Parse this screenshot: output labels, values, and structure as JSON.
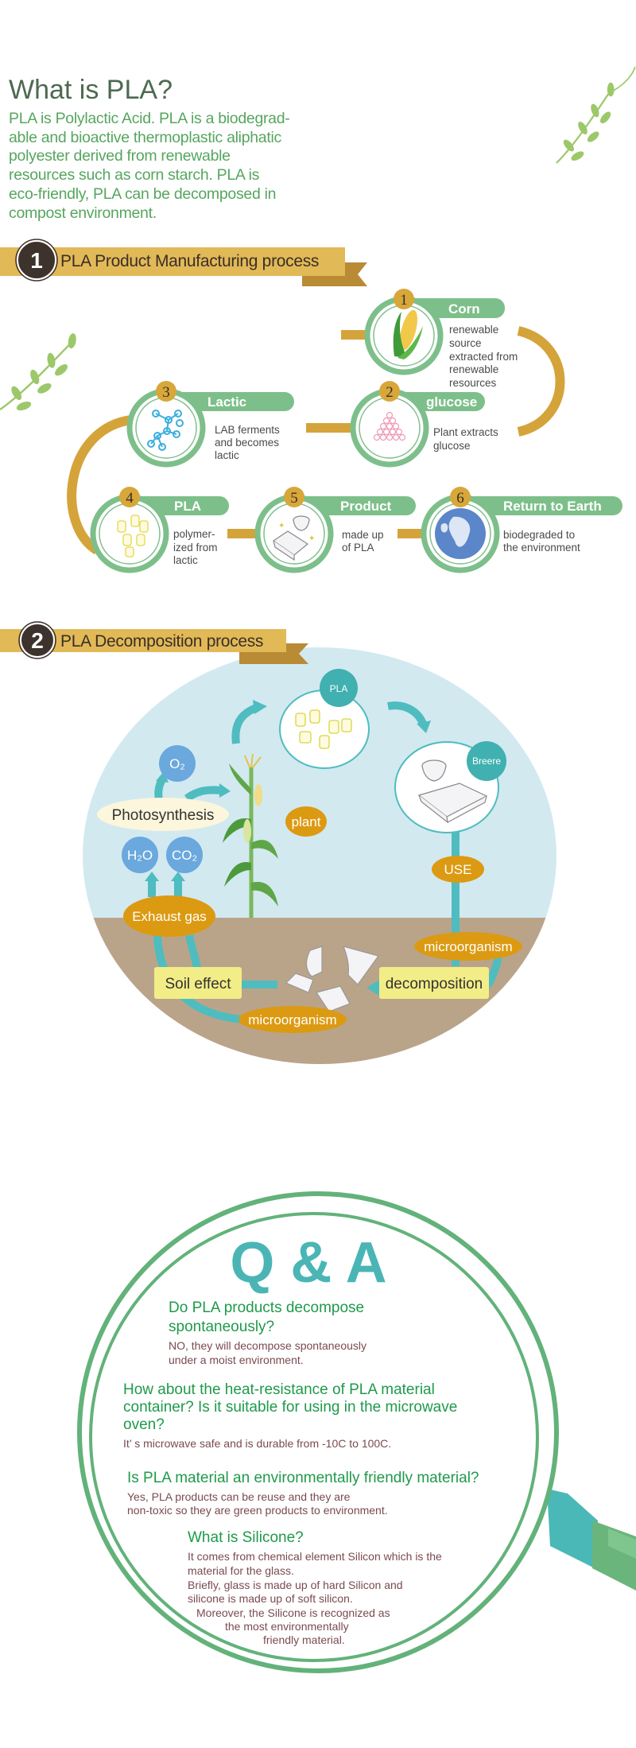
{
  "intro": {
    "title": "What is PLA?",
    "lines": [
      "PLA is Polylactic Acid. PLA is a biodegrad-",
      "able and bioactive thermoplastic aliphatic",
      "polyester derived from renewable",
      "resources such as corn starch. PLA is",
      "eco-friendly, PLA can be decomposed in",
      "compost environment."
    ]
  },
  "section1": {
    "number": "1",
    "title": "PLA Product Manufacturing process",
    "steps": [
      {
        "number": "1",
        "label": "Corn",
        "desc": [
          "renewable",
          "source",
          "extracted from",
          "renewable",
          "resources"
        ]
      },
      {
        "number": "2",
        "label": "glucose",
        "desc": [
          "Plant extracts",
          "glucose"
        ]
      },
      {
        "number": "3",
        "label": "Lactic",
        "desc": [
          "LAB ferments",
          "and becomes",
          "lactic"
        ]
      },
      {
        "number": "4",
        "label": "PLA",
        "desc": [
          "polymer-",
          "ized from",
          "lactic"
        ]
      },
      {
        "number": "5",
        "label": "Product",
        "desc": [
          "made up",
          "of PLA"
        ]
      },
      {
        "number": "6",
        "label": "Return to Earth",
        "desc": [
          "biodegraded to",
          "the environment"
        ]
      }
    ]
  },
  "section2": {
    "number": "2",
    "title": "PLA Decomposition process",
    "labels": {
      "pla": "PLA",
      "brand": "Breere",
      "o2": "O₂",
      "photosynthesis": "Photosynthesis",
      "plant": "plant",
      "h2o": "H₂O",
      "co2": "CO₂",
      "exhaust": "Exhaust gas",
      "use": "USE",
      "microorganism_right": "microorganism",
      "decomposition": "decomposition",
      "soil_effect": "Soil effect",
      "microorganism_bottom": "microorganism"
    }
  },
  "qa": {
    "title": "Q & A",
    "items": [
      {
        "q": [
          "Do PLA products decompose",
          "spontaneously?"
        ],
        "a": [
          "NO, they will decompose spontaneously",
          "under a moist environment."
        ]
      },
      {
        "q": [
          "How about the heat-resistance of PLA material",
          "container? Is it suitable for using in the microwave",
          "oven?"
        ],
        "a": [
          "It’ s microwave safe and is durable from -10C to 100C."
        ]
      },
      {
        "q": [
          "Is PLA material an environmentally friendly material?"
        ],
        "a": [
          "Yes, PLA products can be reuse and they are",
          "non-toxic so they are green products to environment."
        ]
      },
      {
        "q": [
          "What is Silicone?"
        ],
        "a": [
          "It comes from chemical element Silicon which is the",
          "material for the glass.",
          "Briefly, glass is made up of hard Silicon and",
          "silicone is made up of soft silicon.",
          "Moreover, the Silicone is recognized as",
          "the most environmentally",
          "friendly material."
        ]
      }
    ]
  },
  "colors": {
    "green": "#7dbf8a",
    "gold": "#d4a43a",
    "teal": "#4fbcc0",
    "sky": "#d2e9f0",
    "soil": "#b9a48a",
    "orange": "#dc9a12"
  }
}
